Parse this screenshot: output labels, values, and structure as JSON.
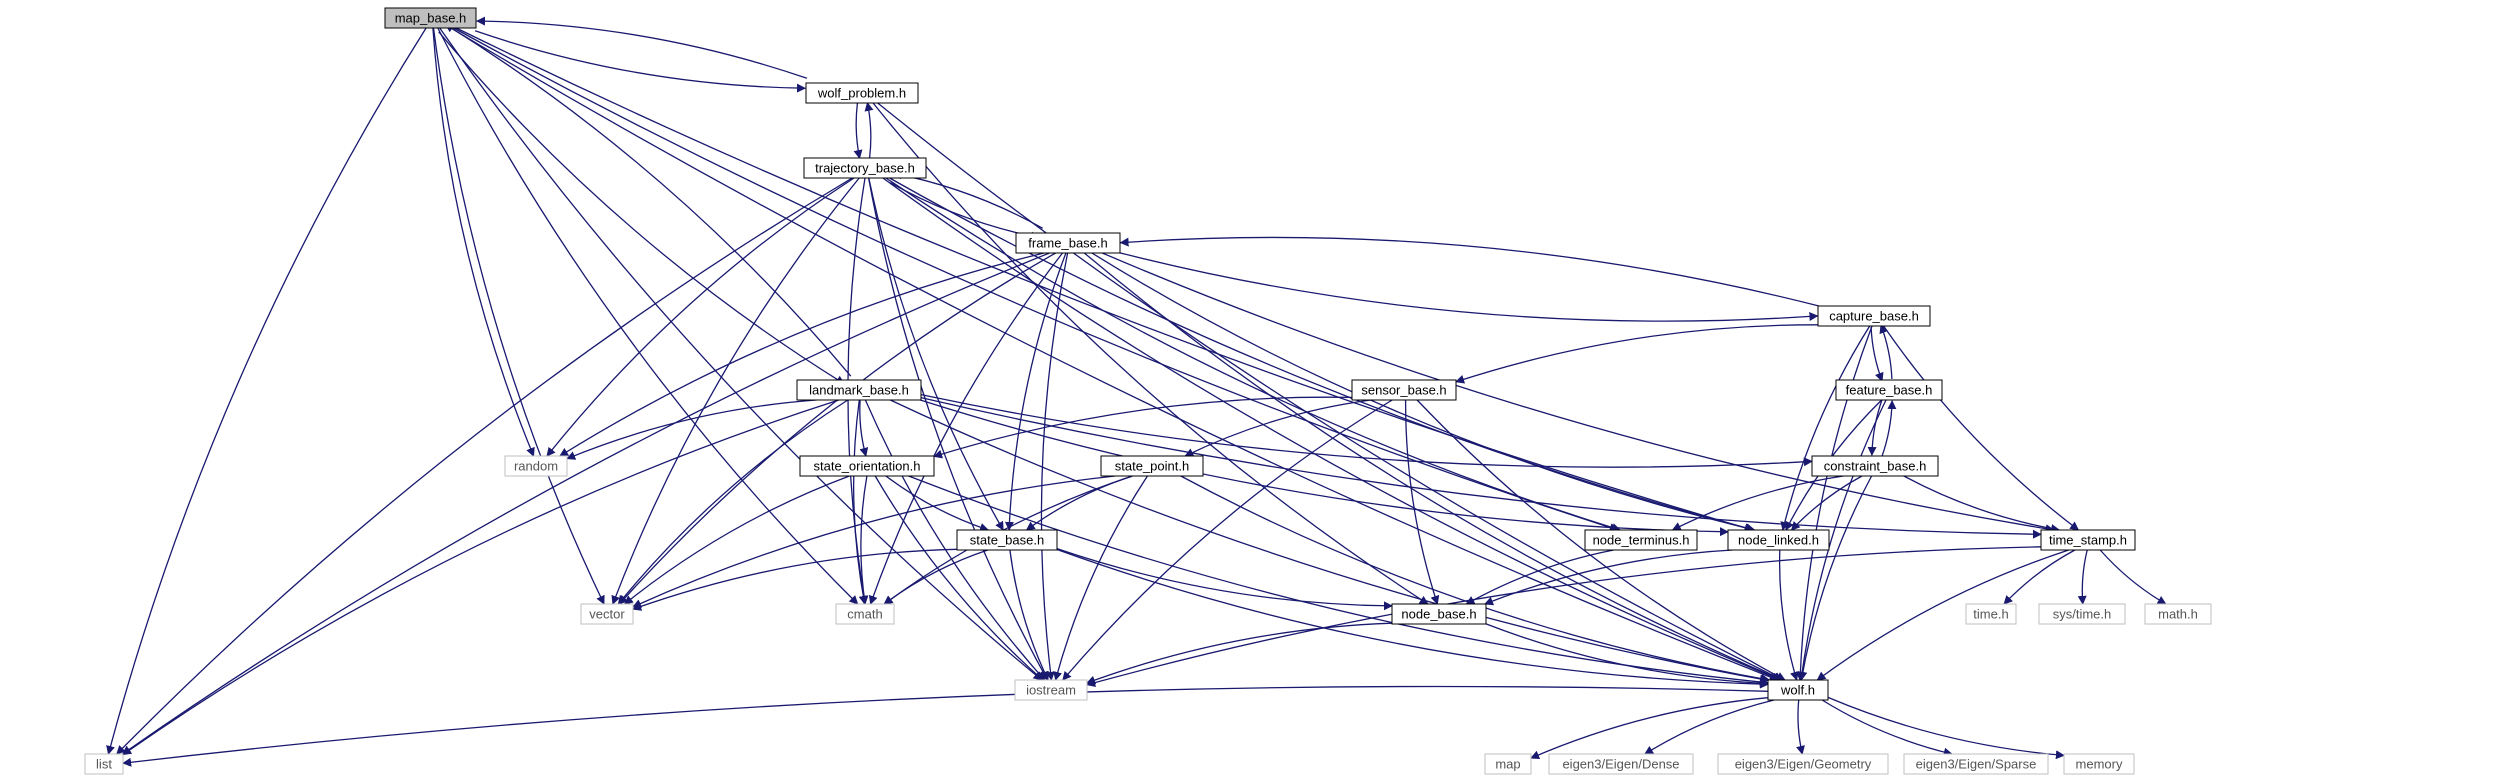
{
  "colors": {
    "edge": "#191970",
    "node_border": "#000000",
    "system_border": "#bfbfbf",
    "root_fill": "#bfbfbf",
    "node_fill": "#ffffff",
    "text": "#000000",
    "system_text": "#555555"
  },
  "graph": {
    "nodes": [
      {
        "id": "map_base",
        "label": "map_base.h",
        "kind": "root"
      },
      {
        "id": "wolf_problem",
        "label": "wolf_problem.h",
        "kind": "file"
      },
      {
        "id": "trajectory_base",
        "label": "trajectory_base.h",
        "kind": "file"
      },
      {
        "id": "frame_base",
        "label": "frame_base.h",
        "kind": "file"
      },
      {
        "id": "capture_base",
        "label": "capture_base.h",
        "kind": "file"
      },
      {
        "id": "sensor_base",
        "label": "sensor_base.h",
        "kind": "file"
      },
      {
        "id": "feature_base",
        "label": "feature_base.h",
        "kind": "file"
      },
      {
        "id": "landmark_base",
        "label": "landmark_base.h",
        "kind": "file"
      },
      {
        "id": "state_orientation",
        "label": "state_orientation.h",
        "kind": "file"
      },
      {
        "id": "state_point",
        "label": "state_point.h",
        "kind": "file"
      },
      {
        "id": "constraint_base",
        "label": "constraint_base.h",
        "kind": "file"
      },
      {
        "id": "state_base",
        "label": "state_base.h",
        "kind": "file"
      },
      {
        "id": "node_terminus",
        "label": "node_terminus.h",
        "kind": "file"
      },
      {
        "id": "node_linked",
        "label": "node_linked.h",
        "kind": "file"
      },
      {
        "id": "time_stamp",
        "label": "time_stamp.h",
        "kind": "file"
      },
      {
        "id": "node_base",
        "label": "node_base.h",
        "kind": "file"
      },
      {
        "id": "wolf",
        "label": "wolf.h",
        "kind": "file"
      },
      {
        "id": "random",
        "label": "random",
        "kind": "system"
      },
      {
        "id": "vector",
        "label": "vector",
        "kind": "system"
      },
      {
        "id": "cmath",
        "label": "cmath",
        "kind": "system"
      },
      {
        "id": "iostream",
        "label": "iostream",
        "kind": "system"
      },
      {
        "id": "list",
        "label": "list",
        "kind": "system"
      },
      {
        "id": "time_h",
        "label": "time.h",
        "kind": "system"
      },
      {
        "id": "sys_time",
        "label": "sys/time.h",
        "kind": "system"
      },
      {
        "id": "math_h",
        "label": "math.h",
        "kind": "system"
      },
      {
        "id": "map",
        "label": "map",
        "kind": "system"
      },
      {
        "id": "eigen_dense",
        "label": "eigen3/Eigen/Dense",
        "kind": "system"
      },
      {
        "id": "eigen_geometry",
        "label": "eigen3/Eigen/Geometry",
        "kind": "system"
      },
      {
        "id": "eigen_sparse",
        "label": "eigen3/Eigen/Sparse",
        "kind": "system"
      },
      {
        "id": "memory",
        "label": "memory",
        "kind": "system"
      }
    ],
    "edges": [
      [
        "map_base",
        "wolf_problem"
      ],
      [
        "map_base",
        "landmark_base"
      ],
      [
        "map_base",
        "list"
      ],
      [
        "map_base",
        "vector"
      ],
      [
        "map_base",
        "iostream"
      ],
      [
        "map_base",
        "cmath"
      ],
      [
        "map_base",
        "random"
      ],
      [
        "map_base",
        "node_terminus"
      ],
      [
        "map_base",
        "node_linked"
      ],
      [
        "map_base",
        "wolf"
      ],
      [
        "wolf_problem",
        "map_base"
      ],
      [
        "wolf_problem",
        "trajectory_base"
      ],
      [
        "wolf_problem",
        "node_base"
      ],
      [
        "wolf_problem",
        "wolf"
      ],
      [
        "trajectory_base",
        "wolf_problem"
      ],
      [
        "trajectory_base",
        "frame_base"
      ],
      [
        "trajectory_base",
        "list"
      ],
      [
        "trajectory_base",
        "vector"
      ],
      [
        "trajectory_base",
        "iostream"
      ],
      [
        "trajectory_base",
        "cmath"
      ],
      [
        "trajectory_base",
        "random"
      ],
      [
        "trajectory_base",
        "state_base"
      ],
      [
        "trajectory_base",
        "node_terminus"
      ],
      [
        "trajectory_base",
        "node_linked"
      ],
      [
        "trajectory_base",
        "wolf"
      ],
      [
        "frame_base",
        "trajectory_base"
      ],
      [
        "frame_base",
        "capture_base"
      ],
      [
        "frame_base",
        "random"
      ],
      [
        "frame_base",
        "list"
      ],
      [
        "frame_base",
        "vector"
      ],
      [
        "frame_base",
        "cmath"
      ],
      [
        "frame_base",
        "iostream"
      ],
      [
        "frame_base",
        "state_base"
      ],
      [
        "frame_base",
        "node_linked"
      ],
      [
        "frame_base",
        "time_stamp"
      ],
      [
        "frame_base",
        "wolf"
      ],
      [
        "capture_base",
        "frame_base"
      ],
      [
        "capture_base",
        "sensor_base"
      ],
      [
        "capture_base",
        "feature_base"
      ],
      [
        "capture_base",
        "node_linked"
      ],
      [
        "capture_base",
        "time_stamp"
      ],
      [
        "capture_base",
        "wolf"
      ],
      [
        "feature_base",
        "capture_base"
      ],
      [
        "feature_base",
        "constraint_base"
      ],
      [
        "feature_base",
        "node_linked"
      ],
      [
        "feature_base",
        "wolf"
      ],
      [
        "constraint_base",
        "feature_base"
      ],
      [
        "constraint_base",
        "node_terminus"
      ],
      [
        "constraint_base",
        "node_linked"
      ],
      [
        "constraint_base",
        "time_stamp"
      ],
      [
        "constraint_base",
        "wolf"
      ],
      [
        "sensor_base",
        "state_orientation"
      ],
      [
        "sensor_base",
        "state_point"
      ],
      [
        "sensor_base",
        "node_base"
      ],
      [
        "sensor_base",
        "iostream"
      ],
      [
        "sensor_base",
        "wolf"
      ],
      [
        "landmark_base",
        "map_base"
      ],
      [
        "landmark_base",
        "random"
      ],
      [
        "landmark_base",
        "state_orientation"
      ],
      [
        "landmark_base",
        "list"
      ],
      [
        "landmark_base",
        "vector"
      ],
      [
        "landmark_base",
        "iostream"
      ],
      [
        "landmark_base",
        "cmath"
      ],
      [
        "landmark_base",
        "node_linked"
      ],
      [
        "landmark_base",
        "constraint_base"
      ],
      [
        "landmark_base",
        "time_stamp"
      ],
      [
        "landmark_base",
        "wolf"
      ],
      [
        "state_orientation",
        "state_base"
      ],
      [
        "state_orientation",
        "vector"
      ],
      [
        "state_orientation",
        "cmath"
      ],
      [
        "state_orientation",
        "iostream"
      ],
      [
        "state_orientation",
        "wolf"
      ],
      [
        "state_point",
        "state_base"
      ],
      [
        "state_point",
        "vector"
      ],
      [
        "state_point",
        "cmath"
      ],
      [
        "state_point",
        "iostream"
      ],
      [
        "state_point",
        "wolf"
      ],
      [
        "state_base",
        "vector"
      ],
      [
        "state_base",
        "cmath"
      ],
      [
        "state_base",
        "iostream"
      ],
      [
        "state_base",
        "node_base"
      ],
      [
        "state_base",
        "wolf"
      ],
      [
        "node_terminus",
        "node_base"
      ],
      [
        "node_linked",
        "node_base"
      ],
      [
        "node_linked",
        "wolf"
      ],
      [
        "node_base",
        "iostream"
      ],
      [
        "node_base",
        "wolf"
      ],
      [
        "time_stamp",
        "time_h"
      ],
      [
        "time_stamp",
        "sys_time"
      ],
      [
        "time_stamp",
        "math_h"
      ],
      [
        "time_stamp",
        "iostream"
      ],
      [
        "time_stamp",
        "wolf"
      ],
      [
        "wolf",
        "list"
      ],
      [
        "wolf",
        "map"
      ],
      [
        "wolf",
        "eigen_dense"
      ],
      [
        "wolf",
        "eigen_geometry"
      ],
      [
        "wolf",
        "eigen_sparse"
      ],
      [
        "wolf",
        "memory"
      ]
    ]
  }
}
